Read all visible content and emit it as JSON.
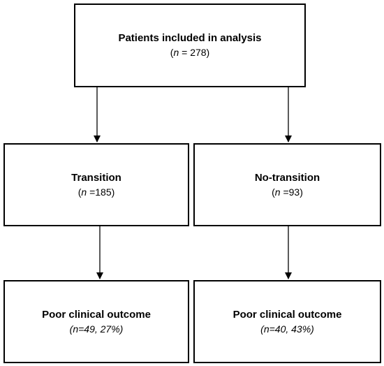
{
  "nodes": {
    "root": {
      "title": "Patients included in analysis",
      "n_var": "n",
      "n_rest": " = 278)"
    },
    "transition": {
      "title": "Transition",
      "n_var": "n",
      "n_rest": " =185)"
    },
    "no_transition": {
      "title": "No-transition",
      "n_var": "n",
      "n_rest": " =93)"
    },
    "outcome_transition": {
      "title": "Poor clinical outcome",
      "detail": "(n=49, 27%)"
    },
    "outcome_no_transition": {
      "title": "Poor clinical outcome",
      "detail": "(n=40, 43%)"
    }
  },
  "edges": [
    {
      "from": "root",
      "to": "transition"
    },
    {
      "from": "root",
      "to": "no_transition"
    },
    {
      "from": "transition",
      "to": "outcome_transition"
    },
    {
      "from": "no_transition",
      "to": "outcome_no_transition"
    }
  ]
}
